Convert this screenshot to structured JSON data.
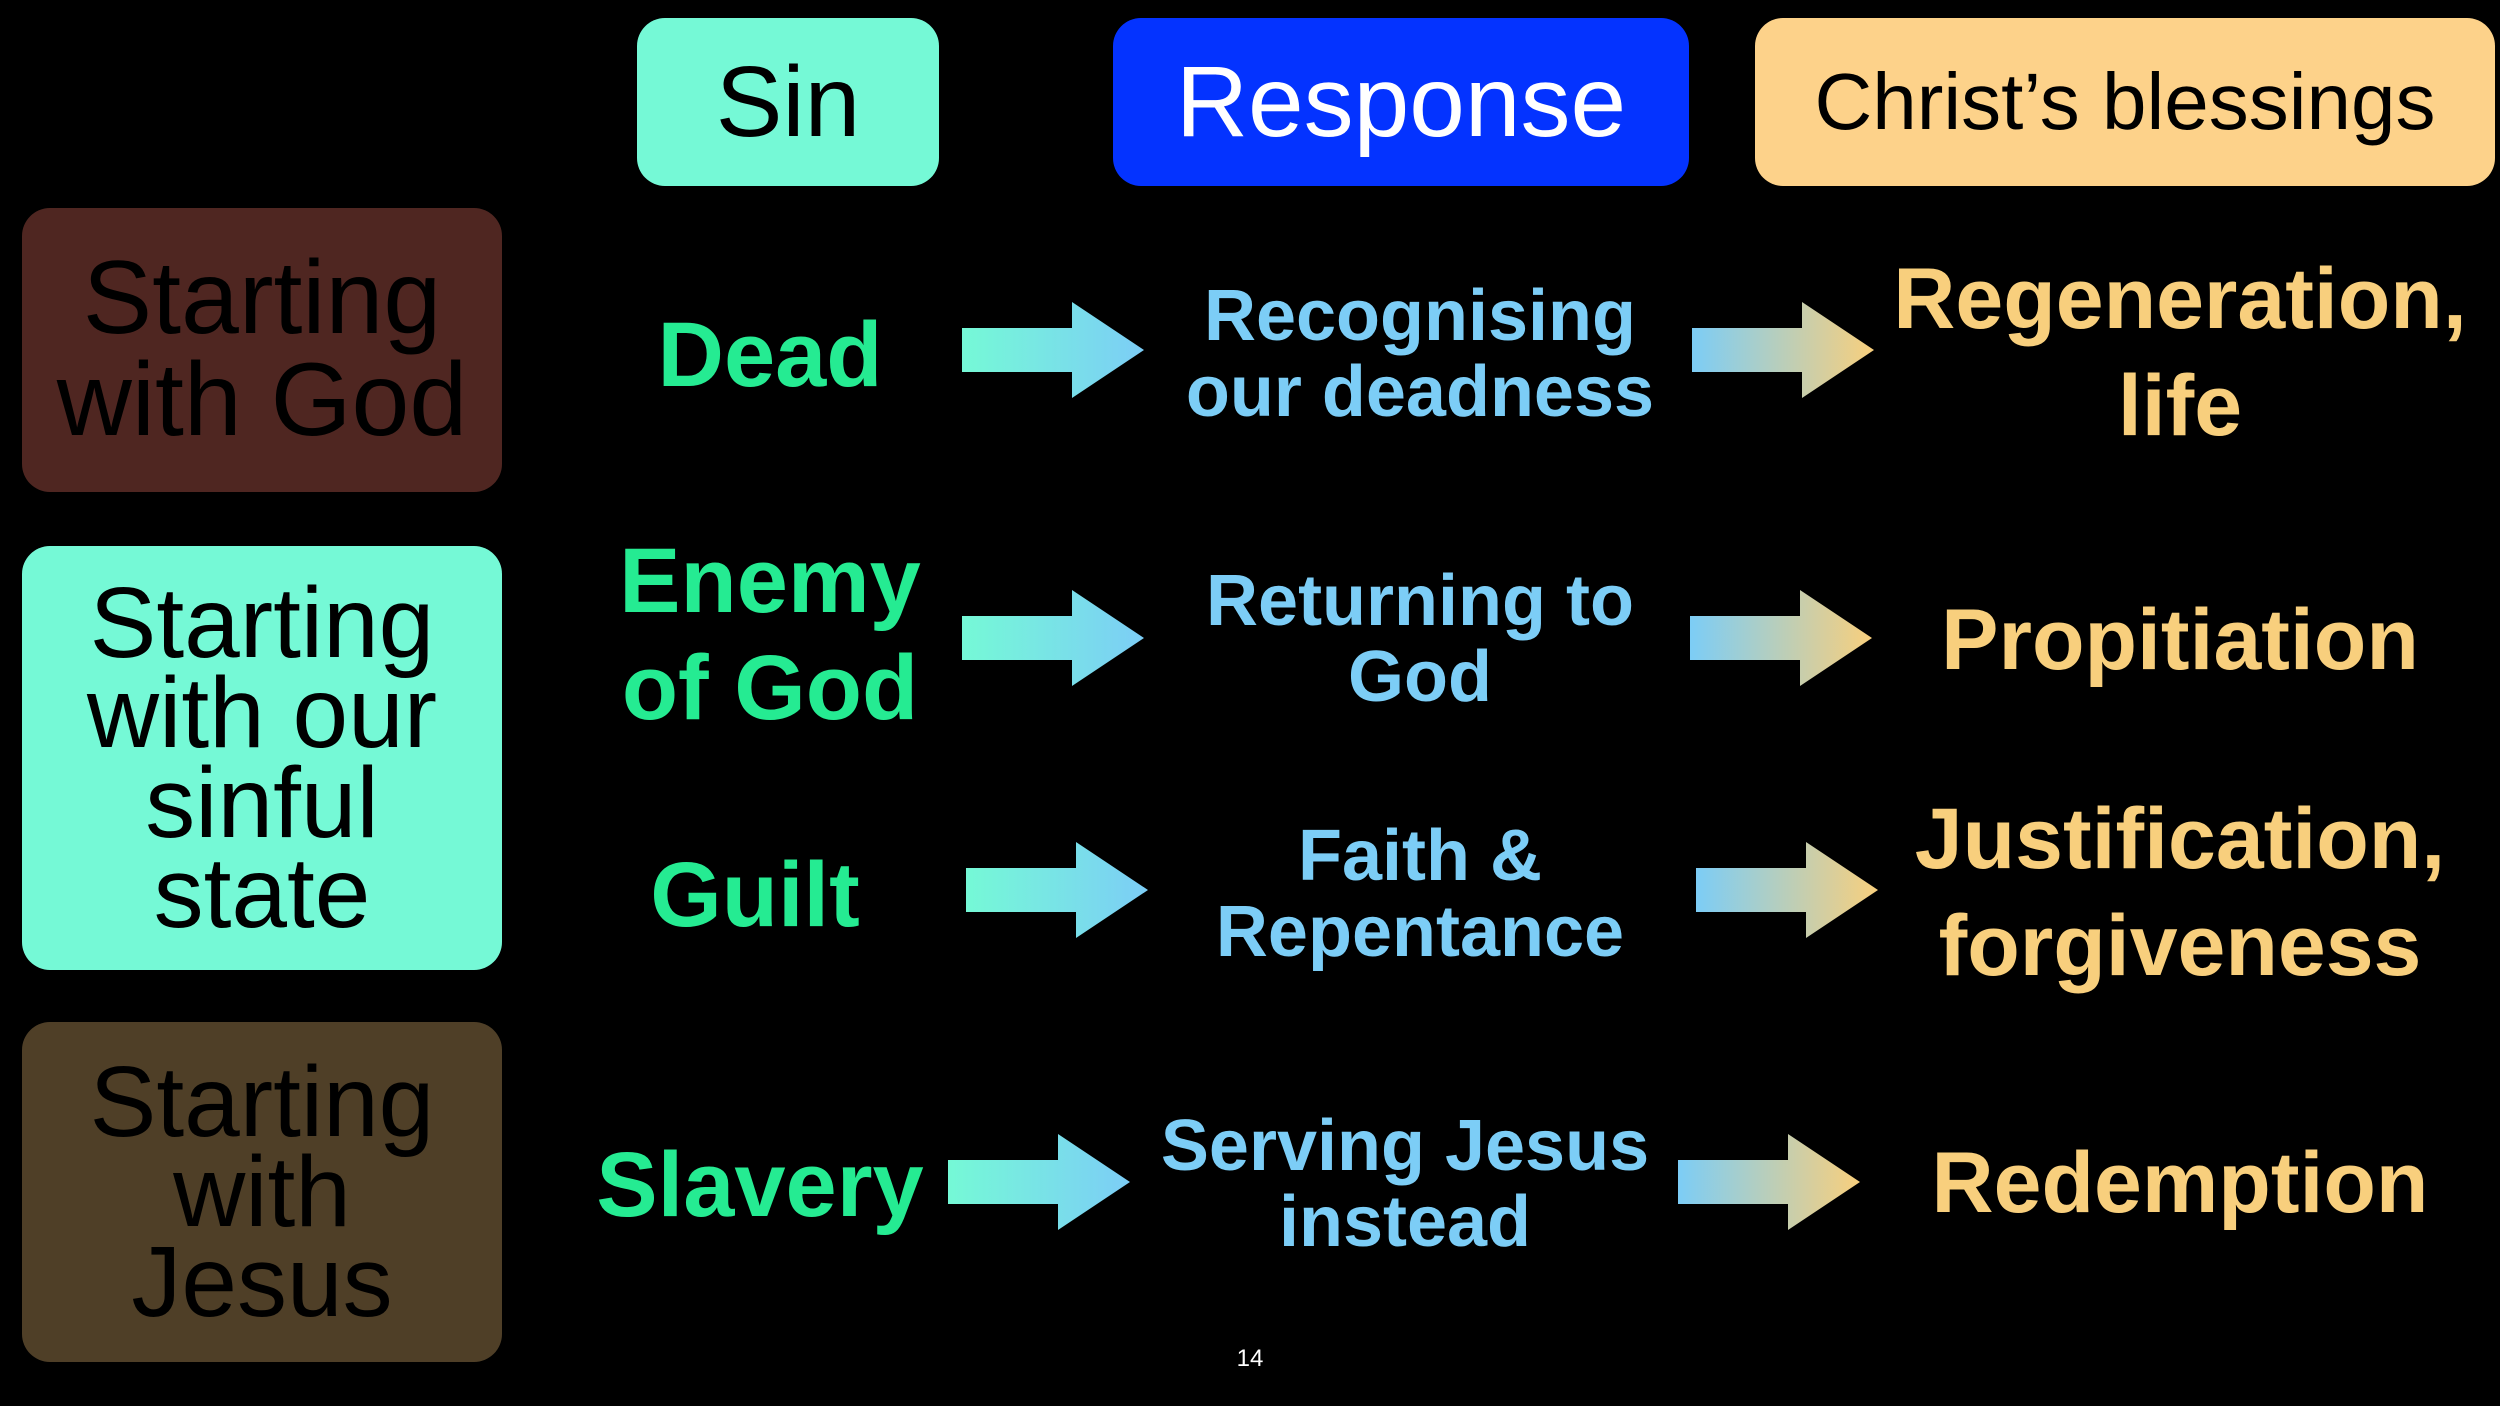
{
  "headers": {
    "sin": "Sin",
    "response": "Response",
    "blessings": "Christ’s blessings"
  },
  "sidebars": [
    {
      "label": "Starting\nwith God"
    },
    {
      "label": "Starting\nwith our\nsinful\nstate"
    },
    {
      "label": "Starting\nwith\nJesus"
    }
  ],
  "rows": [
    {
      "sin": "Dead",
      "response": "Recognising\nour deadness",
      "blessing": "Regeneration,\nlife"
    },
    {
      "sin": "Enemy\nof God",
      "response": "Returning to\nGod",
      "blessing": "Propitiation"
    },
    {
      "sin": "Guilt",
      "response": "Faith &\nRepentance",
      "blessing": "Justification,\nforgiveness"
    },
    {
      "sin": "Slavery",
      "response": "Serving Jesus\ninstead",
      "blessing": "Redemption"
    }
  ],
  "footer": {
    "page_number": "14"
  },
  "colors": {
    "background": "#000000",
    "sin_header_bg": "#75f9d6",
    "response_header_bg": "#0433ff",
    "blessings_header_bg": "#fdd28a",
    "sidebar_god_bg": "#4f2621",
    "sidebar_sinful_bg": "#75f9d6",
    "sidebar_jesus_bg": "#4f3f27",
    "sin_text": "#25eb92",
    "response_text": "#7ccdf6",
    "blessing_text": "#f8cf7d"
  }
}
